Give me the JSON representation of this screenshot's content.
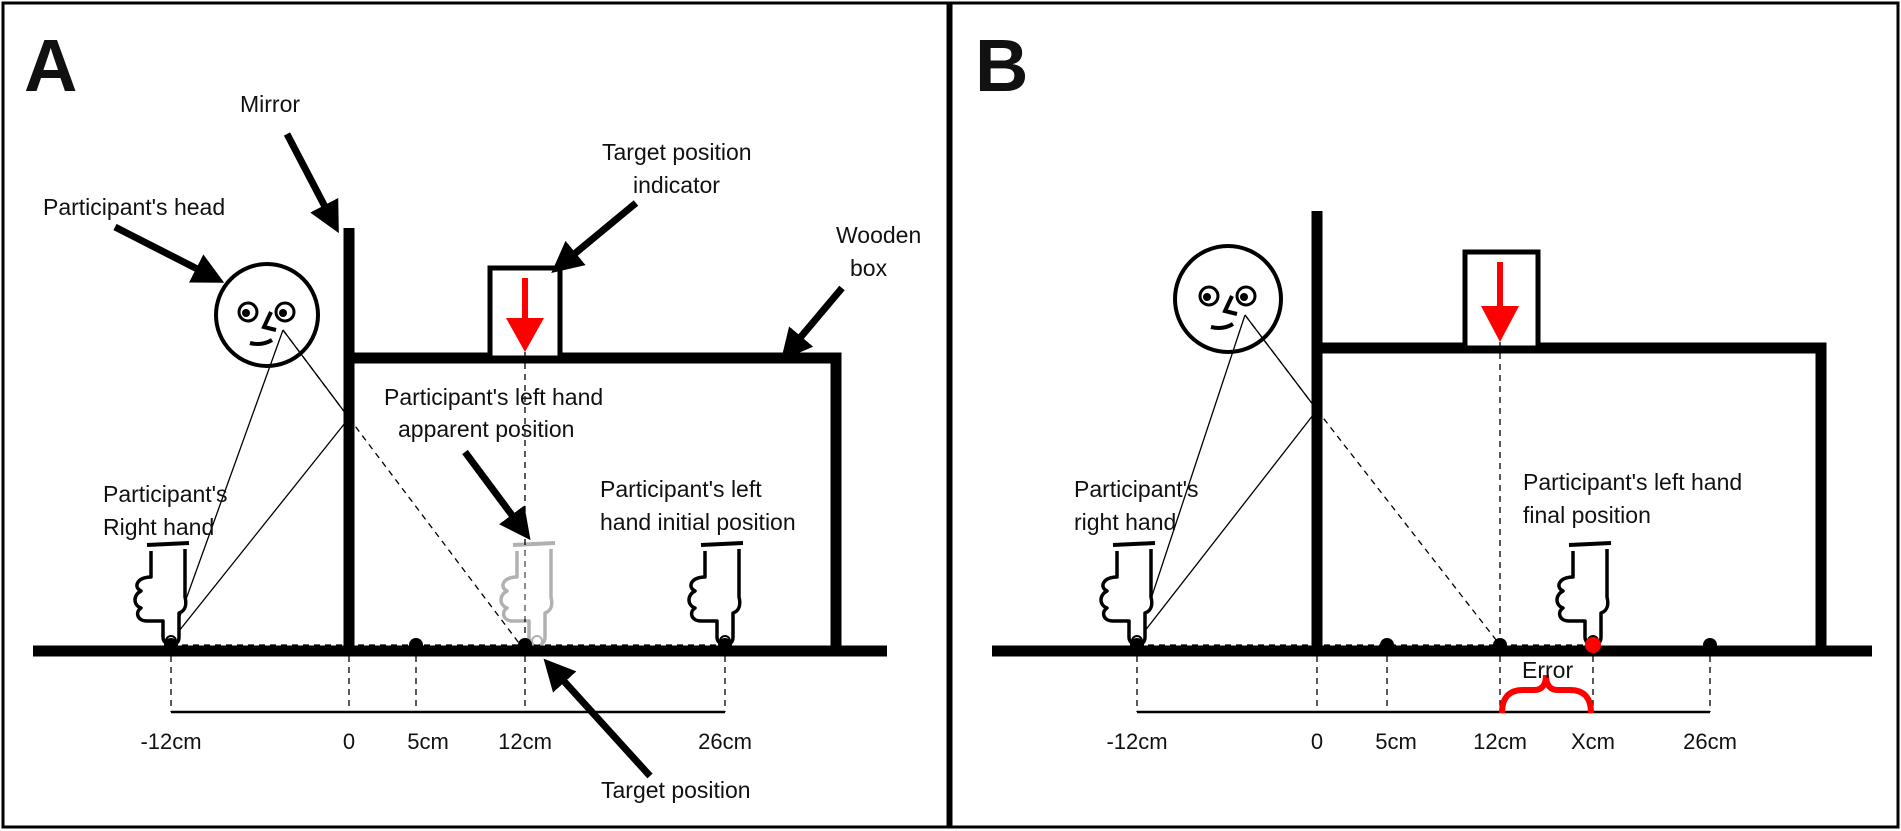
{
  "colors": {
    "accent": "#ff0000",
    "ink": "#000000",
    "ghost": "#bdbdbd"
  },
  "panel_a": {
    "letter": "A",
    "mirror": "Mirror",
    "head": "Participant's head",
    "target_indicator_1": "Target position",
    "target_indicator_2": "indicator",
    "box_1": "Wooden",
    "box_2": "box",
    "apparent_1": "Participant's left hand",
    "apparent_2": "apparent position",
    "right_hand_1": "Participant's",
    "right_hand_2": "Right hand",
    "initial_1": "Participant's left",
    "initial_2": "hand initial position",
    "target_position": "Target position",
    "ticks": [
      "-12cm",
      "0",
      "5cm",
      "12cm",
      "26cm"
    ]
  },
  "panel_b": {
    "letter": "B",
    "right_hand_1": "Participant's",
    "right_hand_2": "right hand",
    "final_1": "Participant's left hand",
    "final_2": "final position",
    "error": "Error",
    "ticks": [
      "-12cm",
      "0",
      "5cm",
      "12cm",
      "Xcm",
      "26cm"
    ]
  }
}
